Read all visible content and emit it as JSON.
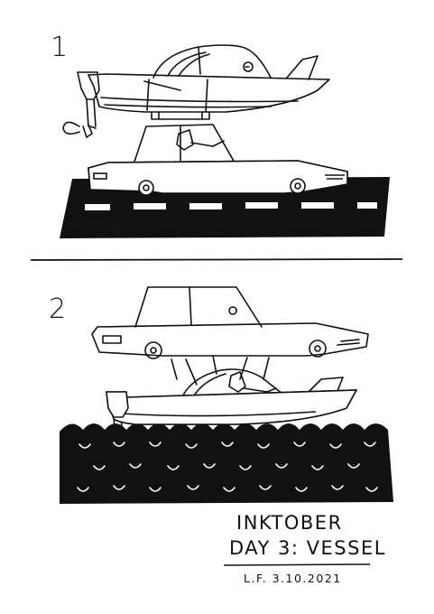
{
  "panels": [
    {
      "number": "1"
    },
    {
      "number": "2"
    }
  ],
  "caption": {
    "line1": "INKTOBER",
    "line2": "DAY 3: VESSEL",
    "signature": "L.F. 3.10.2021"
  },
  "colors": {
    "ink": "#111111",
    "paper": "#ffffff"
  }
}
